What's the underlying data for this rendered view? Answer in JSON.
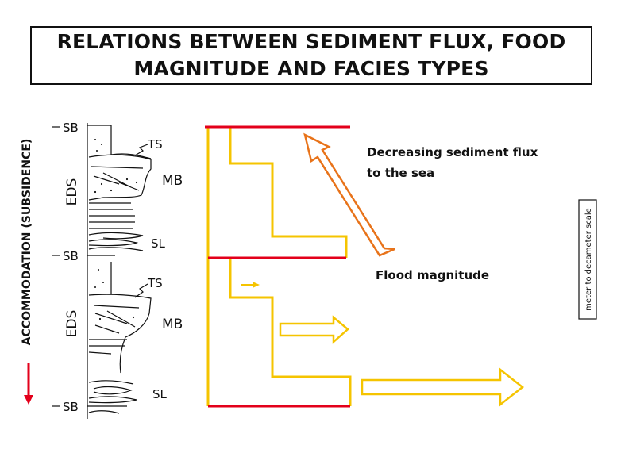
{
  "title": {
    "line1": "RELATIONS BETWEEN SEDIMENT FLUX, FOOD",
    "line2": "MAGNITUDE AND FACIES TYPES"
  },
  "left_axis": {
    "label": "ACCOMMODATION (SUBSIDENCE)",
    "arrow_color": "#e3001b"
  },
  "column": {
    "sequence_label_upper": "EDS",
    "sequence_label_lower": "EDS",
    "boundary_labels": [
      "SB",
      "SB",
      "SB"
    ],
    "facies_labels": {
      "ts_upper": "TS",
      "mb_upper": "MB",
      "sl_upper": "SL",
      "ts_lower": "TS",
      "mb_lower": "MB",
      "sl_lower": "SL"
    }
  },
  "annotations": {
    "sediment_flux": [
      "Decreasing sediment flux",
      "to the sea"
    ],
    "flood": "Flood magnitude",
    "scale": "meter to decameter scale"
  },
  "colors": {
    "boundary_red": "#e3001b",
    "step_yellow": "#f5c400",
    "flux_orange": "#e8731a",
    "flood_yellow": "#f5c400"
  }
}
